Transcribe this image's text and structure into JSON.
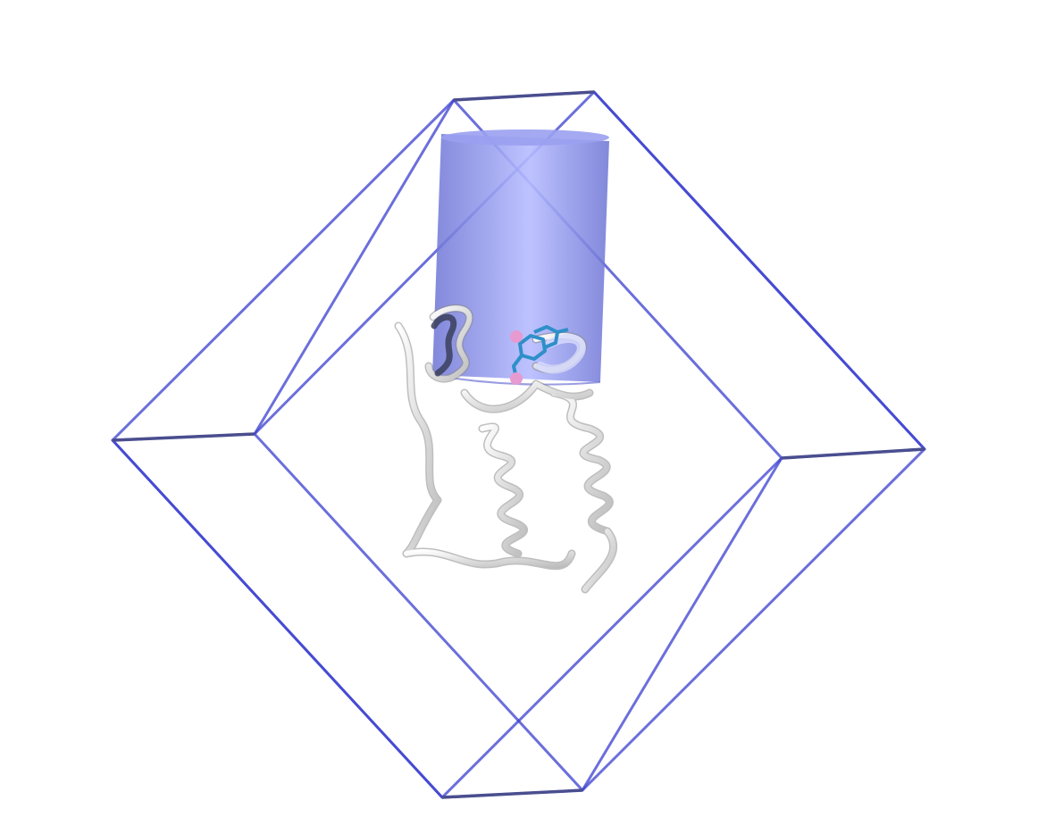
{
  "scene": {
    "colors": {
      "background": "#ffffff",
      "box_edge": "#3a3fcf",
      "box_edge_dark": "#4a4e8f",
      "cylinder_light": "#b6bcff",
      "cylinder_dark": "#6d74d4",
      "protein": "#f2f2f2",
      "protein_shadow": "#8a8a8a",
      "ligand": "#2f8fc9",
      "ligand_highlight": "#e79ad0"
    },
    "icons": [
      "simulation-box",
      "restraint-cylinder",
      "protein-ribbon",
      "ligand-molecule"
    ]
  }
}
